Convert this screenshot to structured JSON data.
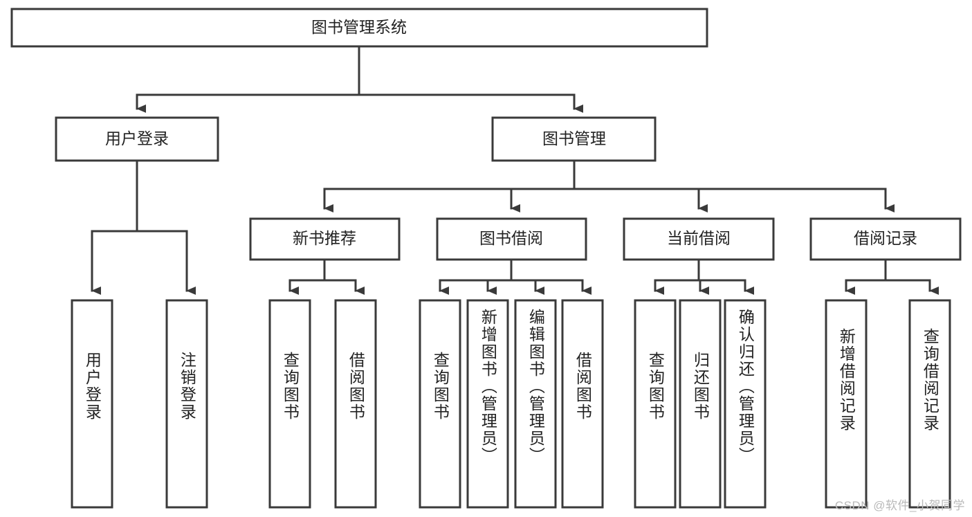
{
  "diagram": {
    "title": "图书管理系统",
    "type": "tree-structure-chart",
    "orientation": "top-down",
    "colors": {
      "background": "#ffffff",
      "box_fill": "#ffffff",
      "box_stroke": "#3a3a3a",
      "connector": "#3a3a3a",
      "text": "#222222",
      "watermark": "#b9b9b9"
    },
    "root": {
      "label": "图书管理系统"
    },
    "level2": [
      {
        "label": "用户登录"
      },
      {
        "label": "图书管理"
      }
    ],
    "level3": [
      {
        "label": "新书推荐"
      },
      {
        "label": "图书借阅"
      },
      {
        "label": "当前借阅"
      },
      {
        "label": "借阅记录"
      }
    ],
    "leaves": {
      "user_login": [
        {
          "label": "用户登录"
        },
        {
          "label": "注销登录"
        }
      ],
      "new_book_recommend": [
        {
          "label": "查询图书"
        },
        {
          "label": "借阅图书"
        }
      ],
      "book_borrow": [
        {
          "label": "查询图书"
        },
        {
          "label": "新增图书（管理员）"
        },
        {
          "label": "编辑图书（管理员）"
        },
        {
          "label": "借阅图书"
        }
      ],
      "current_borrow": [
        {
          "label": "查询图书"
        },
        {
          "label": "归还图书"
        },
        {
          "label": "确认归还（管理员）"
        }
      ],
      "borrow_record": [
        {
          "label": "新增借阅记录"
        },
        {
          "label": "查询借阅记录"
        }
      ]
    }
  },
  "watermark": {
    "text": "CSDN @软件_小贺同学"
  }
}
